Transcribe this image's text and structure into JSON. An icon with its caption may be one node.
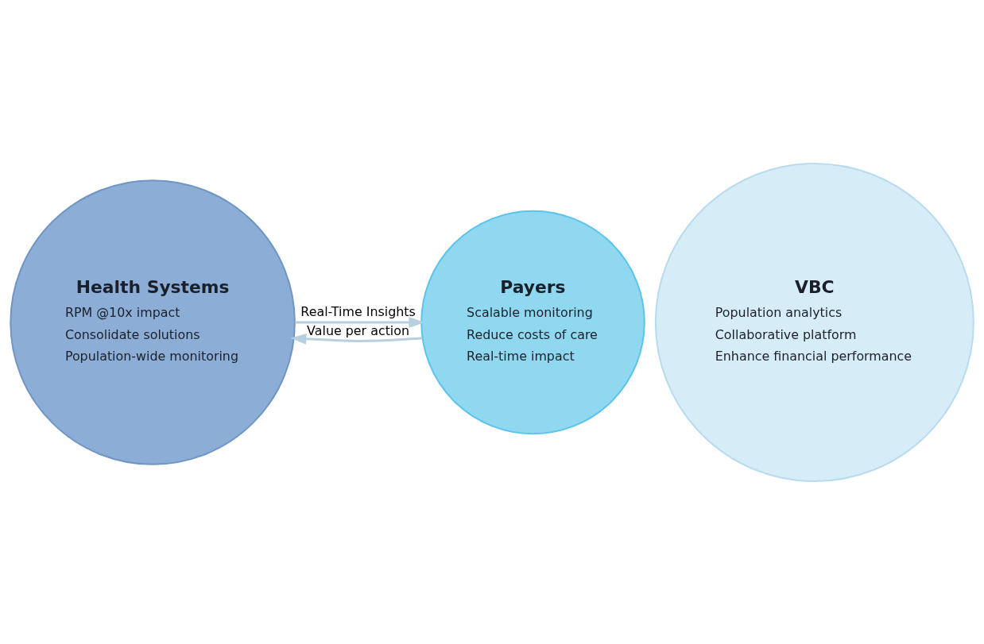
{
  "diagram": {
    "nodes": [
      {
        "text": [
          "Health Systems",
          "RPM @10x impact",
          "Consolidate solutions",
          "Population-wide monitoring"
        ]
      },
      {
        "text": [
          "VBC",
          "Population analytics",
          "Collaborative platform",
          "Enhance financial performance"
        ]
      },
      {
        "text": [
          "Payers",
          "Scalable monitoring",
          "Reduce costs of care",
          "Real-time impact"
        ]
      }
    ],
    "edges": [
      {
        "from": 0,
        "to": 2,
        "arrow": "to",
        "label": "Real-Time Insights"
      },
      {
        "from": 2,
        "to": 0,
        "arrow": "to",
        "label": "Value per action"
      }
    ]
  }
}
